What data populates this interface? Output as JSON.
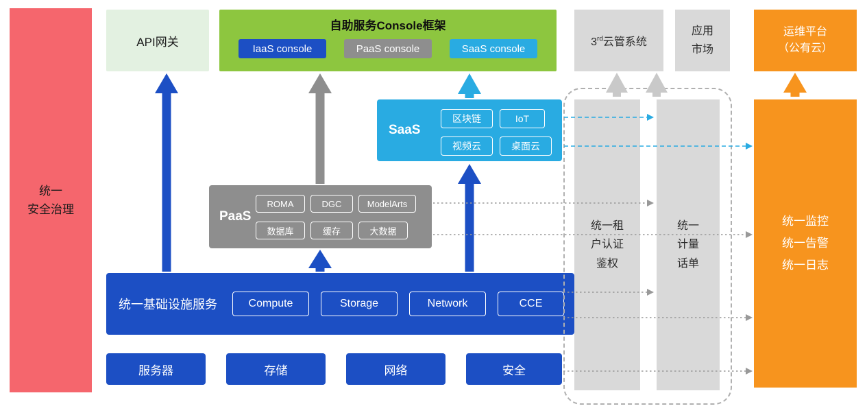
{
  "colors": {
    "red": "#F5666D",
    "light_green": "#E3F1E1",
    "green": "#8DC63F",
    "blue": "#1C4FC4",
    "gray": "#8E8E8E",
    "cyan": "#29ABE2",
    "light_gray": "#D9D9D9",
    "orange": "#F7941E"
  },
  "security_bar": {
    "lines": [
      "统一",
      "安全治理"
    ]
  },
  "api_gateway": {
    "label": "API网关"
  },
  "console_framework": {
    "title": "自助服务Console框架",
    "consoles": [
      {
        "label": "IaaS console"
      },
      {
        "label": "PaaS console"
      },
      {
        "label": "SaaS console"
      }
    ]
  },
  "third_party_cloud": {
    "prefix": "3",
    "superscript": "rd",
    "suffix": "云管系统"
  },
  "app_market": {
    "lines": [
      "应用",
      "市场"
    ]
  },
  "ops_platform": {
    "lines": [
      "运维平台",
      "（公有云）"
    ]
  },
  "saas": {
    "label": "SaaS",
    "items": [
      "区块链",
      "IoT",
      "视频云",
      "桌面云"
    ]
  },
  "paas": {
    "label": "PaaS",
    "items": [
      "ROMA",
      "DGC",
      "ModelArts",
      "数据库",
      "缓存",
      "大数据"
    ]
  },
  "infrastructure": {
    "label": "统一基础设施服务",
    "items": [
      "Compute",
      "Storage",
      "Network",
      "CCE"
    ]
  },
  "hardware": {
    "items": [
      "服务器",
      "存储",
      "网络",
      "安全"
    ]
  },
  "auth_bar": {
    "lines": [
      "统一租",
      "户认证",
      "鉴权"
    ]
  },
  "metering_bar": {
    "lines": [
      "统一",
      "计量",
      "话单"
    ]
  },
  "monitoring_bar": {
    "lines": [
      "统一监控",
      "统一告警",
      "统一日志"
    ]
  }
}
